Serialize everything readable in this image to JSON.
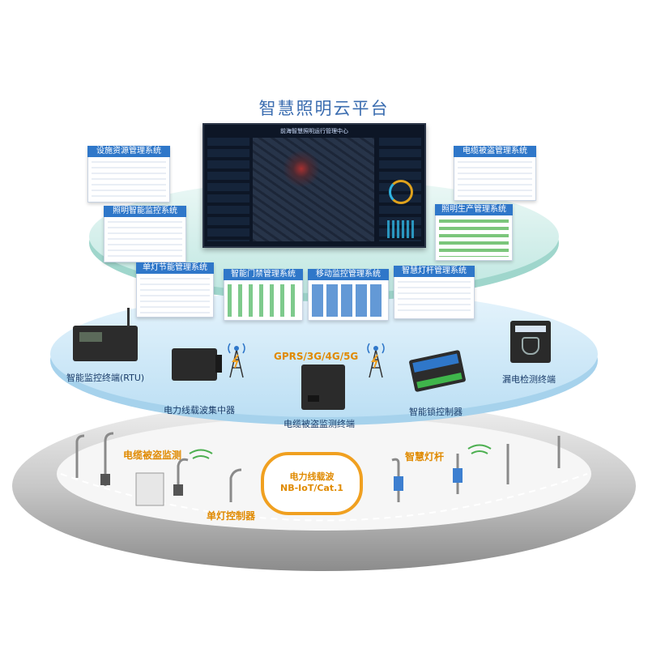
{
  "title": "智慧照明云平台",
  "dashboard": {
    "header": "前海智慧照明运行管理中心"
  },
  "systems": {
    "facility": "设施资源管理系统",
    "cable_theft": "电缆被盗管理系统",
    "monitor": "照明智能监控系统",
    "production": "照明生产管理系统",
    "single_lamp_energy": "单灯节能管理系统",
    "door": "智能门禁管理系统",
    "mobile": "移动监控管理系统",
    "smart_pole": "智慧灯杆管理系统"
  },
  "devices": {
    "rtu": "智能监控终端(RTU)",
    "plc_concentrator": "电力线载波集中器",
    "network": "GPRS/3G/4G/5G",
    "cable_theft_terminal": "电缆被盗监测终端",
    "smart_lock": "智能锁控制器",
    "leakage": "漏电检测终端"
  },
  "road": {
    "cable_theft_monitor": "电缆被盗监测",
    "single_lamp_controller": "单灯控制器",
    "smart_pole": "智慧灯杆",
    "cloud_line1": "电力线载波",
    "cloud_line2": "NB-IoT/Cat.1"
  },
  "colors": {
    "accent": "#2f77c9",
    "orange": "#e08a00",
    "teal_disc": "#cfeeea",
    "blue_disc": "#d4ebf8",
    "road": "#9a9a9a"
  }
}
